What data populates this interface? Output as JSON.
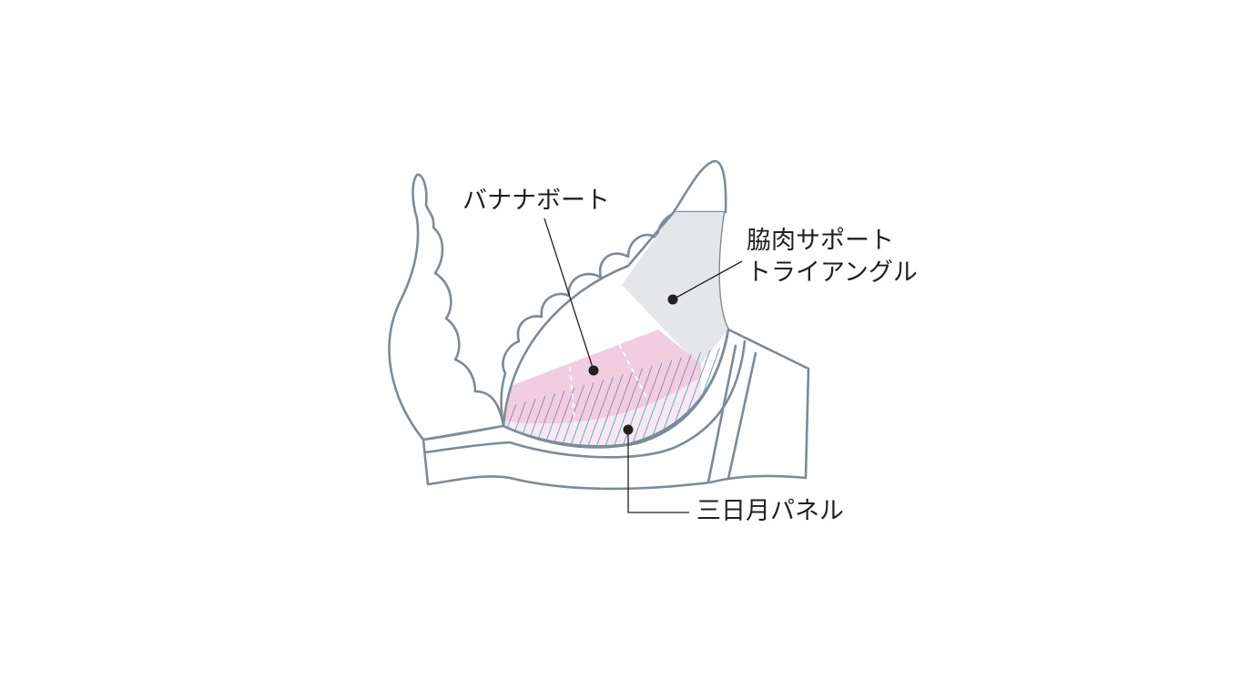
{
  "labels": {
    "banana_boat": "バナナボート",
    "side_support_line1": "脇肉サポート",
    "side_support_line2": "トライアングル",
    "crescent_panel": "三日月パネル"
  },
  "colors": {
    "outline": "#7c8b98",
    "banana_boat_fill": "#f2cde0",
    "triangle_fill": "#e4e6ea",
    "crescent_stripes": "#5bb6d3",
    "leader": "#231f20"
  }
}
